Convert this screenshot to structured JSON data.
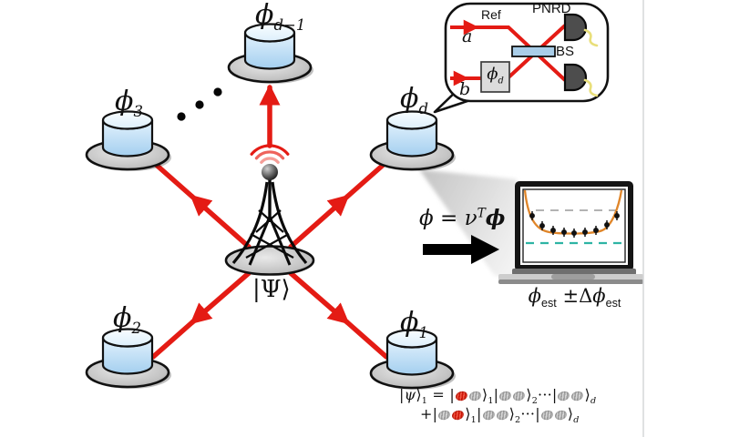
{
  "nodes": [
    {
      "main": "ϕ",
      "sub": "d−1"
    },
    {
      "main": "ϕ",
      "sub": "3"
    },
    {
      "main": "ϕ",
      "sub": "d"
    },
    {
      "main": "ϕ",
      "sub": "2"
    },
    {
      "main": "ϕ",
      "sub": "1"
    }
  ],
  "source": {
    "label": "|Ψ⟩"
  },
  "inset": {
    "ref": "Ref",
    "pnrd": "PNRD",
    "bs": "BS",
    "input_a": "a",
    "input_b": "b",
    "phase_main": "ϕ",
    "phase_sub": "d"
  },
  "formula": {
    "phi": "ϕ",
    "eq": "=",
    "nu": "ν",
    "sup": "T",
    "phi_vec": "ϕ"
  },
  "estimate": {
    "phi": "ϕ",
    "sub": "est",
    "pm": "±",
    "delta": "Δ",
    "phi2": "ϕ",
    "sub2": "est"
  },
  "state": {
    "bar": "|",
    "psi": "ψ",
    "ket": "⟩",
    "s1": "1",
    "s2": "2",
    "sd": "d",
    "eq": "=",
    "plus": "+",
    "dots": "···"
  },
  "colors": {
    "beam_red": "#e41b14",
    "cylinder_blue": "#bfe0f7",
    "platter_gray": "#c9c9c9",
    "bs_blue": "#a9cde8",
    "detector_gray": "#4d4d4d",
    "wire_yellow": "#e9df7a",
    "curve_orange": "#e0862a",
    "dash_upper_gray": "#b3b3b3",
    "dash_lower_teal": "#2eb4a4",
    "wedge_gray": "#cfcfcf"
  }
}
